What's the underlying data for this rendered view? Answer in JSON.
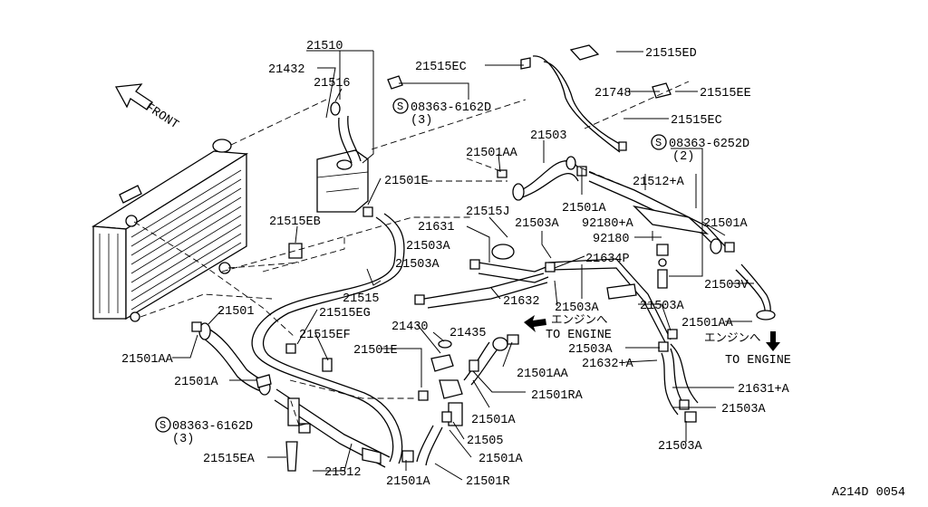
{
  "front_label": "FRONT",
  "drawing_code": "A214D 0054",
  "engine_labels": [
    {
      "jp": "エンジンへ",
      "en": "TO ENGINE"
    },
    {
      "jp": "エンジンへ",
      "en": "TO ENGINE"
    }
  ],
  "callouts": {
    "p21510": "21510",
    "p21432": "21432",
    "p21516": "21516",
    "p21515EC_top": "21515EC",
    "p21515ED": "21515ED",
    "p21748": "21748",
    "p21515EE": "21515EE",
    "p21515EC_mid": "21515EC",
    "bolt_6162D_top": "08363-6162D",
    "bolt_6162D_top_qty": "(3)",
    "bolt_6252D": "08363-6252D",
    "bolt_6252D_qty": "(2)",
    "p21503": "21503",
    "p21501AA_top": "21501AA",
    "p21501E_top": "21501E",
    "p21501A_top": "21501A",
    "p21512A": "21512+A",
    "p21515EB": "21515EB",
    "p21515J": "21515J",
    "p21631": "21631",
    "p21503A_1": "21503A",
    "p92180A": "92180+A",
    "p21501A_right": "21501A",
    "p92180": "92180",
    "p21503A_2": "21503A",
    "p21634P": "21634P",
    "p21503A_3": "21503A",
    "p21503V": "21503V",
    "p21515": "21515",
    "p21632": "21632",
    "p21503A_4": "21503A",
    "p21503A_5": "21503A",
    "p21501": "21501",
    "p21515EG": "21515EG",
    "p21430": "21430",
    "p21435": "21435",
    "p21501AA_right": "21501AA",
    "p21501AA_left": "21501AA",
    "p21515EF": "21515EF",
    "p21501E_bot": "21501E",
    "p21503A_6": "21503A",
    "p21501AA_mid": "21501AA",
    "p21632A": "21632+A",
    "p21501A_left": "21501A",
    "p21501RA": "21501RA",
    "p21631A": "21631+A",
    "bolt_6162D_bot": "08363-6162D",
    "bolt_6162D_bot_qty": "(3)",
    "p21501A_mid": "21501A",
    "p21503A_7": "21503A",
    "p21505": "21505",
    "p21515EA": "21515EA",
    "p21501A_bot": "21501A",
    "p21503A_8": "21503A",
    "p21512": "21512",
    "p21501A_bot2": "21501A",
    "p21501R": "21501R"
  }
}
